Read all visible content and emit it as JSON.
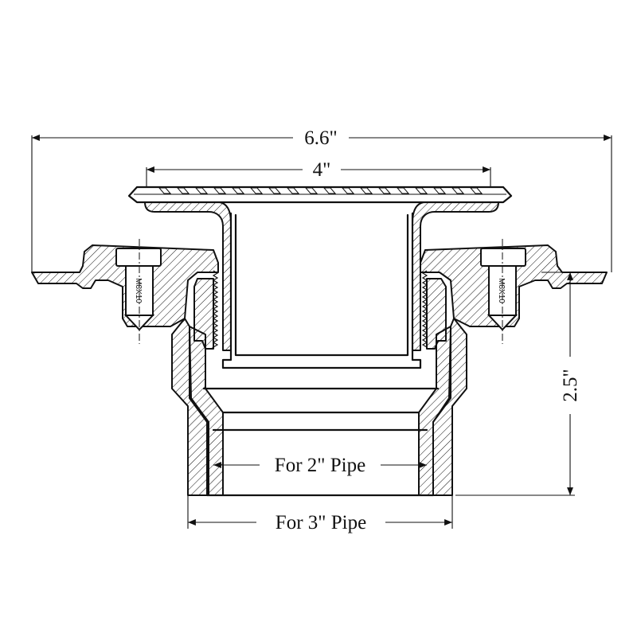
{
  "dimensions": {
    "overall_width": "6.6\"",
    "grate_width": "4\"",
    "height": "2.5\"",
    "inner_pipe": "For 2\" Pipe",
    "outer_pipe": "For 3\" Pipe"
  },
  "bolts": {
    "left_label": "M8X10",
    "right_label": "M8X10"
  }
}
